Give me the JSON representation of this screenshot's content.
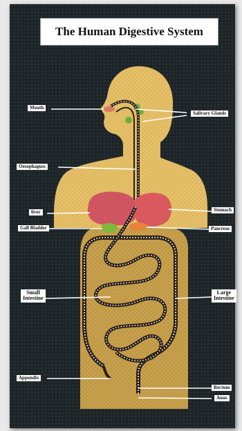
{
  "title": "The Human Digestive System",
  "labels": {
    "mouth": "Mouth",
    "salivary_glands": "Salivary Glands",
    "oesophagus": "Oesophaguss",
    "liver": "liver",
    "stomach": "Stomach",
    "gall_bladder": "Gall Bladder",
    "pancreas": "Pancreas",
    "small_intestine_line1": "Small",
    "small_intestine_line2": "Intestine",
    "large_intestine_line1": "Large",
    "large_intestine_line2": "Intestine",
    "appendix": "Appendix",
    "rectum": "Rectum",
    "anus": "Anus"
  },
  "colors": {
    "board": "#1d2428",
    "body": "#e8c26a",
    "abdomen": "#c9a24e",
    "liver": "#cf5560",
    "stomach": "#d85a5e",
    "gall_bladder": "#7fb83a",
    "pancreas": "#e8823a",
    "salivary": "#6fae3a",
    "tube": "#2a1f16"
  }
}
